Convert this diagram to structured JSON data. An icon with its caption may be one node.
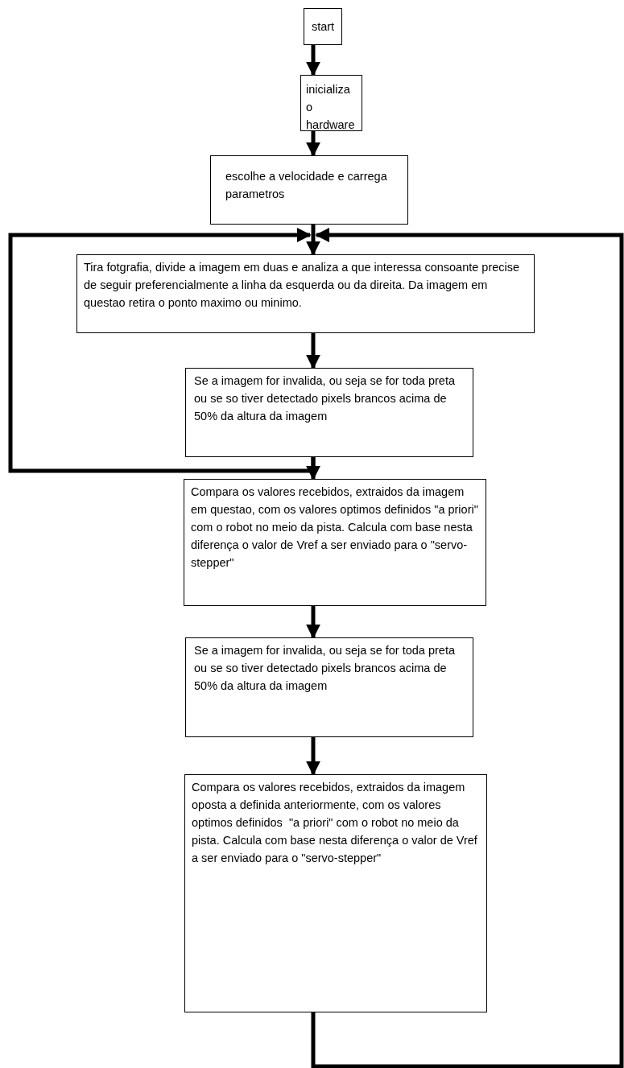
{
  "diagram": {
    "nodes": [
      {
        "text": [
          "start"
        ]
      },
      {
        "text": [
          "inicializa o hardware"
        ]
      },
      {
        "text": [
          "escolhe a velocidade e carrega parametros"
        ]
      },
      {
        "text": [
          "Tira fotgrafia, divide a imagem em duas e analiza a que interessa consoante precise de seguir preferencialmente a linha da esquerda ou da direita. Da imagem em questao retira o ponto maximo ou minimo."
        ]
      },
      {
        "text": [
          "Se a imagem for invalida, ou seja se for toda preta ou se so tiver detectado pixels brancos acima de 50% da altura da imagem"
        ]
      },
      {
        "text": [
          "Compara os valores recebidos, extraidos da imagem em questao, com os valores optimos definidos \"a priori\" com o robot no meio da pista. Calcula com base nesta diferença o valor de Vref a ser enviado para o \"servo-stepper\""
        ]
      },
      {
        "text": [
          "Se a imagem for invalida, ou seja se for toda preta ou se so tiver detectado pixels brancos acima de 50% da altura da imagem"
        ]
      },
      {
        "text": [
          "Compara os valores recebidos, extraidos da imagem oposta a definida anteriormente, com os valores optimos definidos  \"a priori\" com o robot no meio da pista. Calcula com base nesta diferença o valor de Vref a ser enviado para o \"servo-stepper\""
        ]
      }
    ],
    "edges": [
      {
        "from": 0,
        "to": 1,
        "arrow": "to"
      },
      {
        "from": 1,
        "to": 2,
        "arrow": "to"
      },
      {
        "from": 2,
        "to": 3,
        "arrow": "to"
      },
      {
        "from": 3,
        "to": 4,
        "arrow": "to"
      },
      {
        "from": 4,
        "to": 5,
        "arrow": "to"
      },
      {
        "from": 4,
        "to": 3,
        "arrow": "to"
      },
      {
        "from": 5,
        "to": 6,
        "arrow": "to"
      },
      {
        "from": 6,
        "to": 7,
        "arrow": "to"
      },
      {
        "from": 7,
        "to": 3,
        "arrow": "to"
      }
    ]
  }
}
